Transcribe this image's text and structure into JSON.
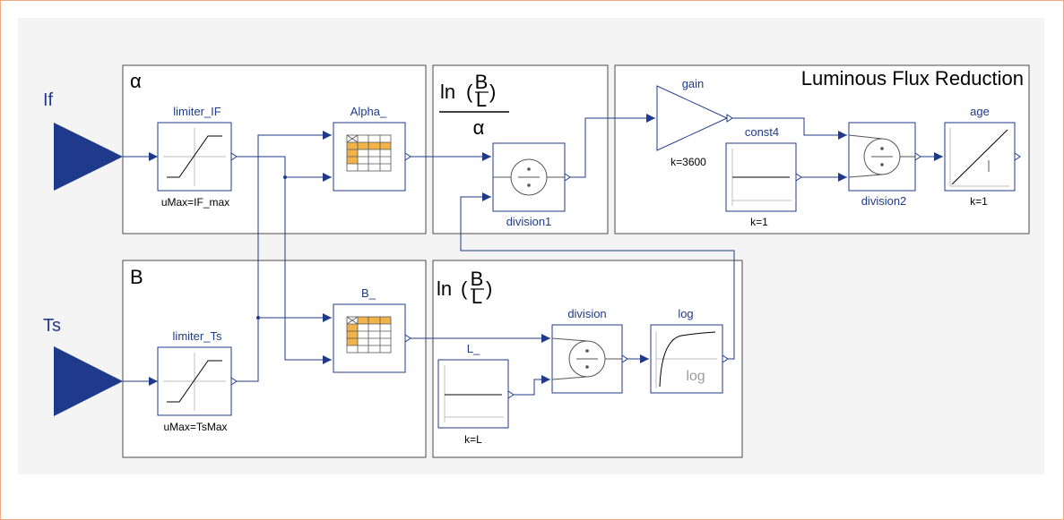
{
  "diagram": {
    "inputs": [
      {
        "label": "If"
      },
      {
        "label": "Ts"
      }
    ],
    "groups": {
      "alpha": {
        "label": "α"
      },
      "b": {
        "label": "B"
      },
      "ln_over_alpha": {
        "ln": "ln",
        "num": "B",
        "den": "L",
        "divisor": "α"
      },
      "ln_bl": {
        "ln": "ln",
        "num": "B",
        "den": "L"
      },
      "flux": {
        "label": "Luminous Flux Reduction"
      }
    },
    "blocks": {
      "limiter_if": {
        "name": "limiter_IF",
        "param": "uMax=IF_max"
      },
      "alpha_table": {
        "name": "Alpha_"
      },
      "limiter_ts": {
        "name": "limiter_Ts",
        "param": "uMax=TsMax"
      },
      "b_table": {
        "name": "B_"
      },
      "division1": {
        "name": "division1"
      },
      "division": {
        "name": "division"
      },
      "log": {
        "name": "log",
        "icon_text": "log"
      },
      "l_const": {
        "name": "L_",
        "param": "k=L"
      },
      "gain": {
        "name": "gain",
        "param": "k=3600"
      },
      "const4": {
        "name": "const4",
        "param": "k=1"
      },
      "division2": {
        "name": "division2"
      },
      "age": {
        "name": "age",
        "param": "k=1",
        "icon_text": "I"
      }
    }
  }
}
